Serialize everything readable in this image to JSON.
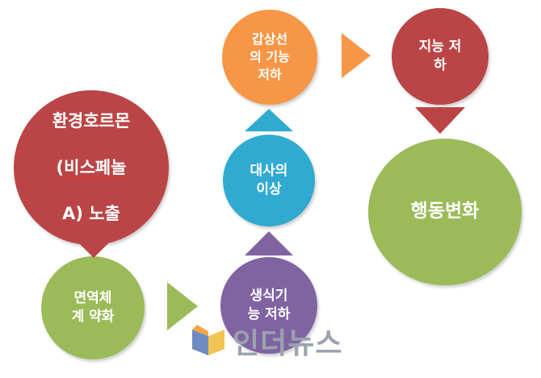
{
  "nodes": {
    "hormone": {
      "line1": "환경호르몬",
      "line2a": "(",
      "line2b": "비스페놀",
      "line3": "A) 노출",
      "color": "#bb4546"
    },
    "immune": {
      "text": "면역체\n계 약화",
      "color": "#9bbb59"
    },
    "reproductive": {
      "text": "생식기\n능 저하",
      "color": "#8064a2"
    },
    "metabolism": {
      "text": "대사의\n이상",
      "color": "#31aad1"
    },
    "thyroid": {
      "text": "갑상선\n의 기능\n저하",
      "color": "#f79646"
    },
    "intelligence": {
      "text": "지능 저\n하",
      "color": "#bb4546"
    },
    "behavior": {
      "text": "행동변화",
      "color": "#9bbb59"
    }
  },
  "arrows": {
    "hormone_to_immune": "#bb4546",
    "immune_to_reproductive": "#9bbb59",
    "reproductive_to_metabolism": "#8064a2",
    "metabolism_to_thyroid": "#31aad1",
    "thyroid_to_intelligence": "#f79646",
    "intelligence_to_behavior": "#bb4546"
  },
  "watermark": {
    "text": "인더뉴스",
    "icon": "book-logo-icon"
  }
}
